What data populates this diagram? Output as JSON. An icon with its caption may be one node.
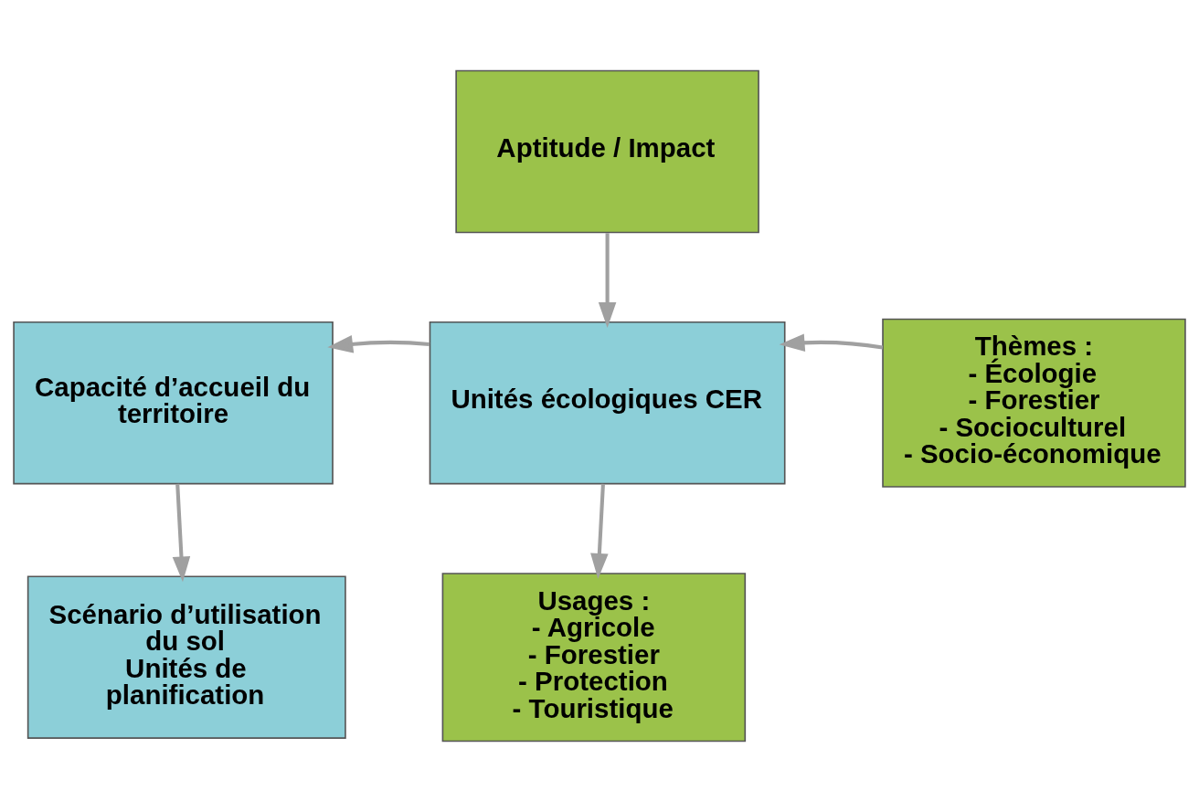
{
  "diagram": {
    "nodes": [
      {
        "text": [
          "Aptitude / Impact"
        ]
      },
      {
        "text": [
          "Capacité d’accueil du territoire"
        ]
      },
      {
        "text": [
          "Unités écologiques CER"
        ]
      },
      {
        "text": [
          "Thèmes :",
          "- Écologie",
          "- Forestier",
          "- Socioculturel",
          "- Socio-économique"
        ]
      },
      {
        "text": [
          "Scénario d’utilisation du sol",
          "Unités de planification"
        ]
      },
      {
        "text": [
          "Usages :",
          "- Agricole",
          "- Forestier",
          "- Protection",
          "- Touristique"
        ]
      }
    ],
    "edges": [
      {
        "from": 0,
        "to": 2,
        "arrow": "to"
      },
      {
        "from": 2,
        "to": 1,
        "arrow": "to"
      },
      {
        "from": 3,
        "to": 2,
        "arrow": "to"
      },
      {
        "from": 1,
        "to": 4,
        "arrow": "to"
      },
      {
        "from": 2,
        "to": 5,
        "arrow": "to"
      }
    ]
  }
}
